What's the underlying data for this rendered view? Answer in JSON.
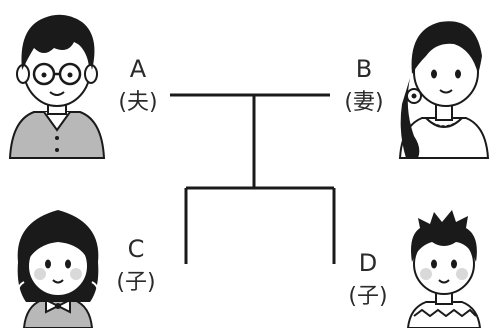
{
  "people": {
    "a": {
      "letter": "A",
      "role": "(夫)",
      "icon": "man-with-glasses-icon"
    },
    "b": {
      "letter": "B",
      "role": "(妻)",
      "icon": "woman-icon"
    },
    "c": {
      "letter": "C",
      "role": "(子)",
      "icon": "girl-icon"
    },
    "d": {
      "letter": "D",
      "role": "(子)",
      "icon": "boy-icon"
    }
  },
  "colors": {
    "line": "#1a1a1a",
    "hair": "#1a1a1a",
    "skin": "#ffffff",
    "shirt_gray": "#b8b8b8",
    "cheek": "#d9d9d9"
  }
}
